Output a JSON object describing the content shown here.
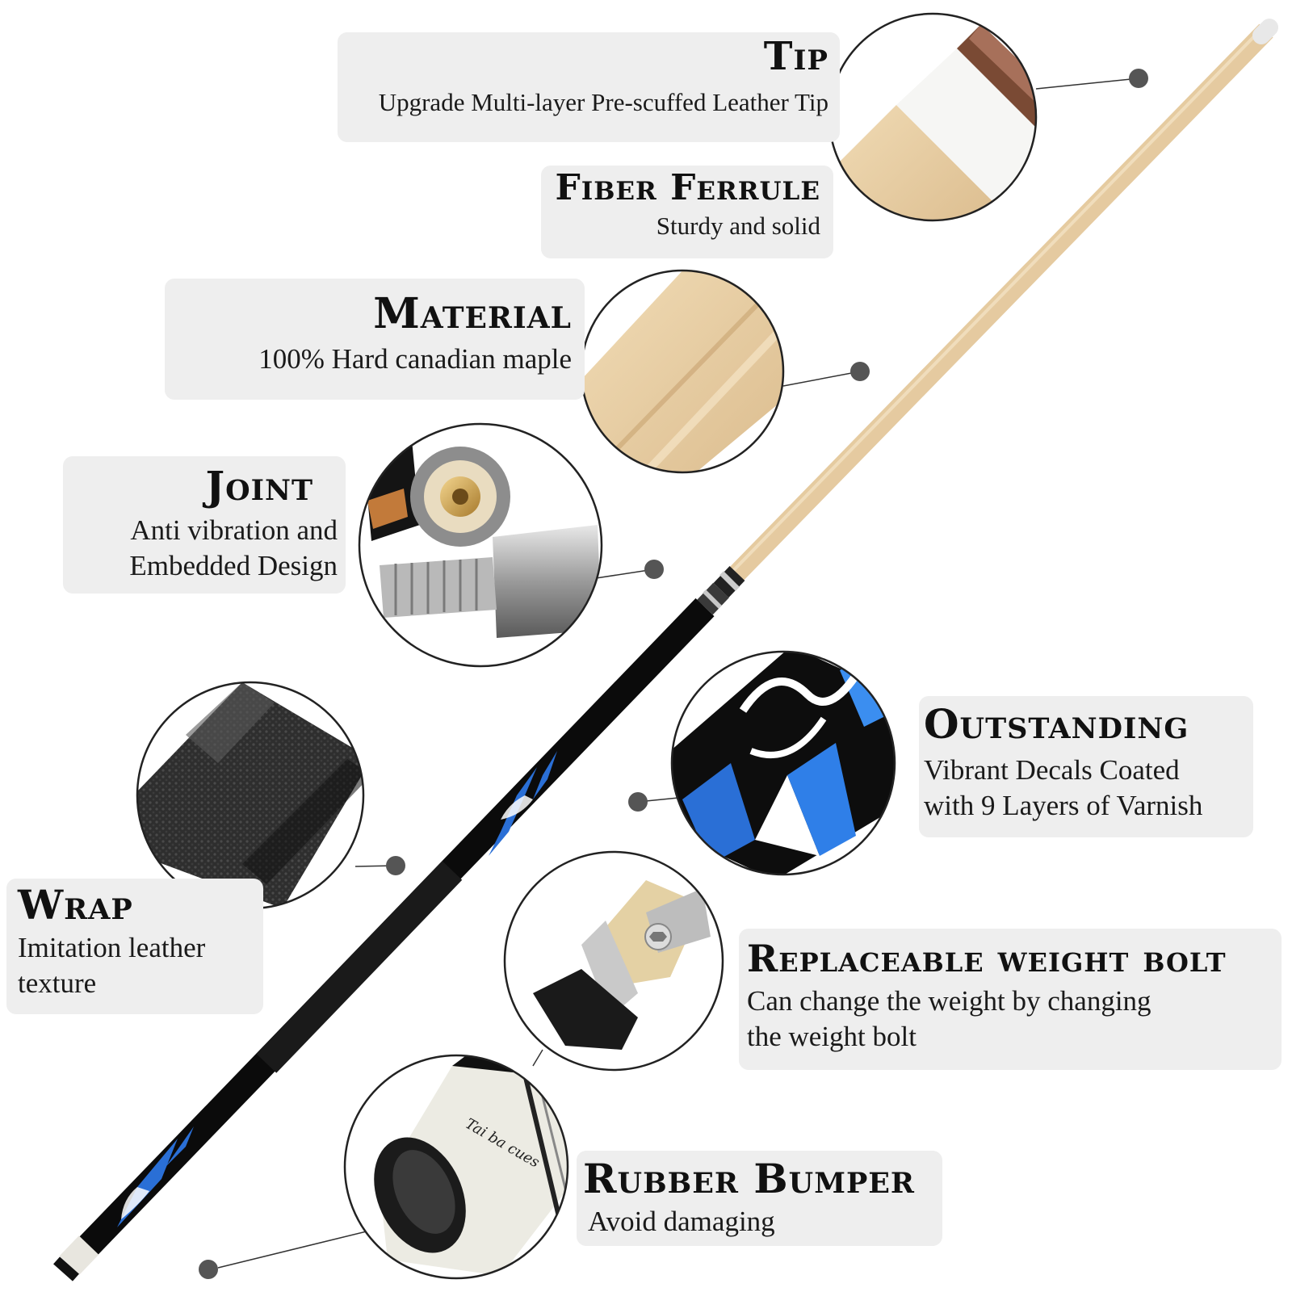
{
  "colors": {
    "background": "#ffffff",
    "label_box": "#eeeeee",
    "maple": "#e9cfa4",
    "shaft_dark": "#0b0b0b",
    "accent_blue": "#2a6fd6",
    "dot": "#555555"
  },
  "features": [
    {
      "id": "tip",
      "title": "Tip",
      "desc_lines": [
        "Upgrade Multi-layer Pre-scuffed Leather Tip"
      ]
    },
    {
      "id": "ferrule",
      "title": "Fiber Ferrule",
      "desc_lines": [
        "Sturdy and solid"
      ]
    },
    {
      "id": "material",
      "title": "Material",
      "desc_lines": [
        "100% Hard canadian maple"
      ]
    },
    {
      "id": "joint",
      "title": "Joint",
      "desc_lines": [
        "Anti vibration and",
        "Embedded Design"
      ]
    },
    {
      "id": "outstanding",
      "title": "Outstanding",
      "desc_lines": [
        "Vibrant Decals Coated",
        "with 9 Layers of Varnish"
      ]
    },
    {
      "id": "wrap",
      "title": "Wrap",
      "desc_lines": [
        "Imitation leather",
        "texture"
      ]
    },
    {
      "id": "weight",
      "title": "Replaceable weight bolt",
      "desc_lines": [
        "Can change the weight by changing",
        "the weight bolt"
      ]
    },
    {
      "id": "bumper",
      "title": "Rubber Bumper",
      "desc_lines": [
        "Avoid damaging"
      ]
    }
  ],
  "icons": [
    "tip-closeup-icon",
    "maple-closeup-icon",
    "joint-pin-icon",
    "wrap-texture-icon",
    "decal-closeup-icon",
    "weight-bolt-icon",
    "bumper-closeup-icon"
  ],
  "brand_mark": "Tai ba cues"
}
